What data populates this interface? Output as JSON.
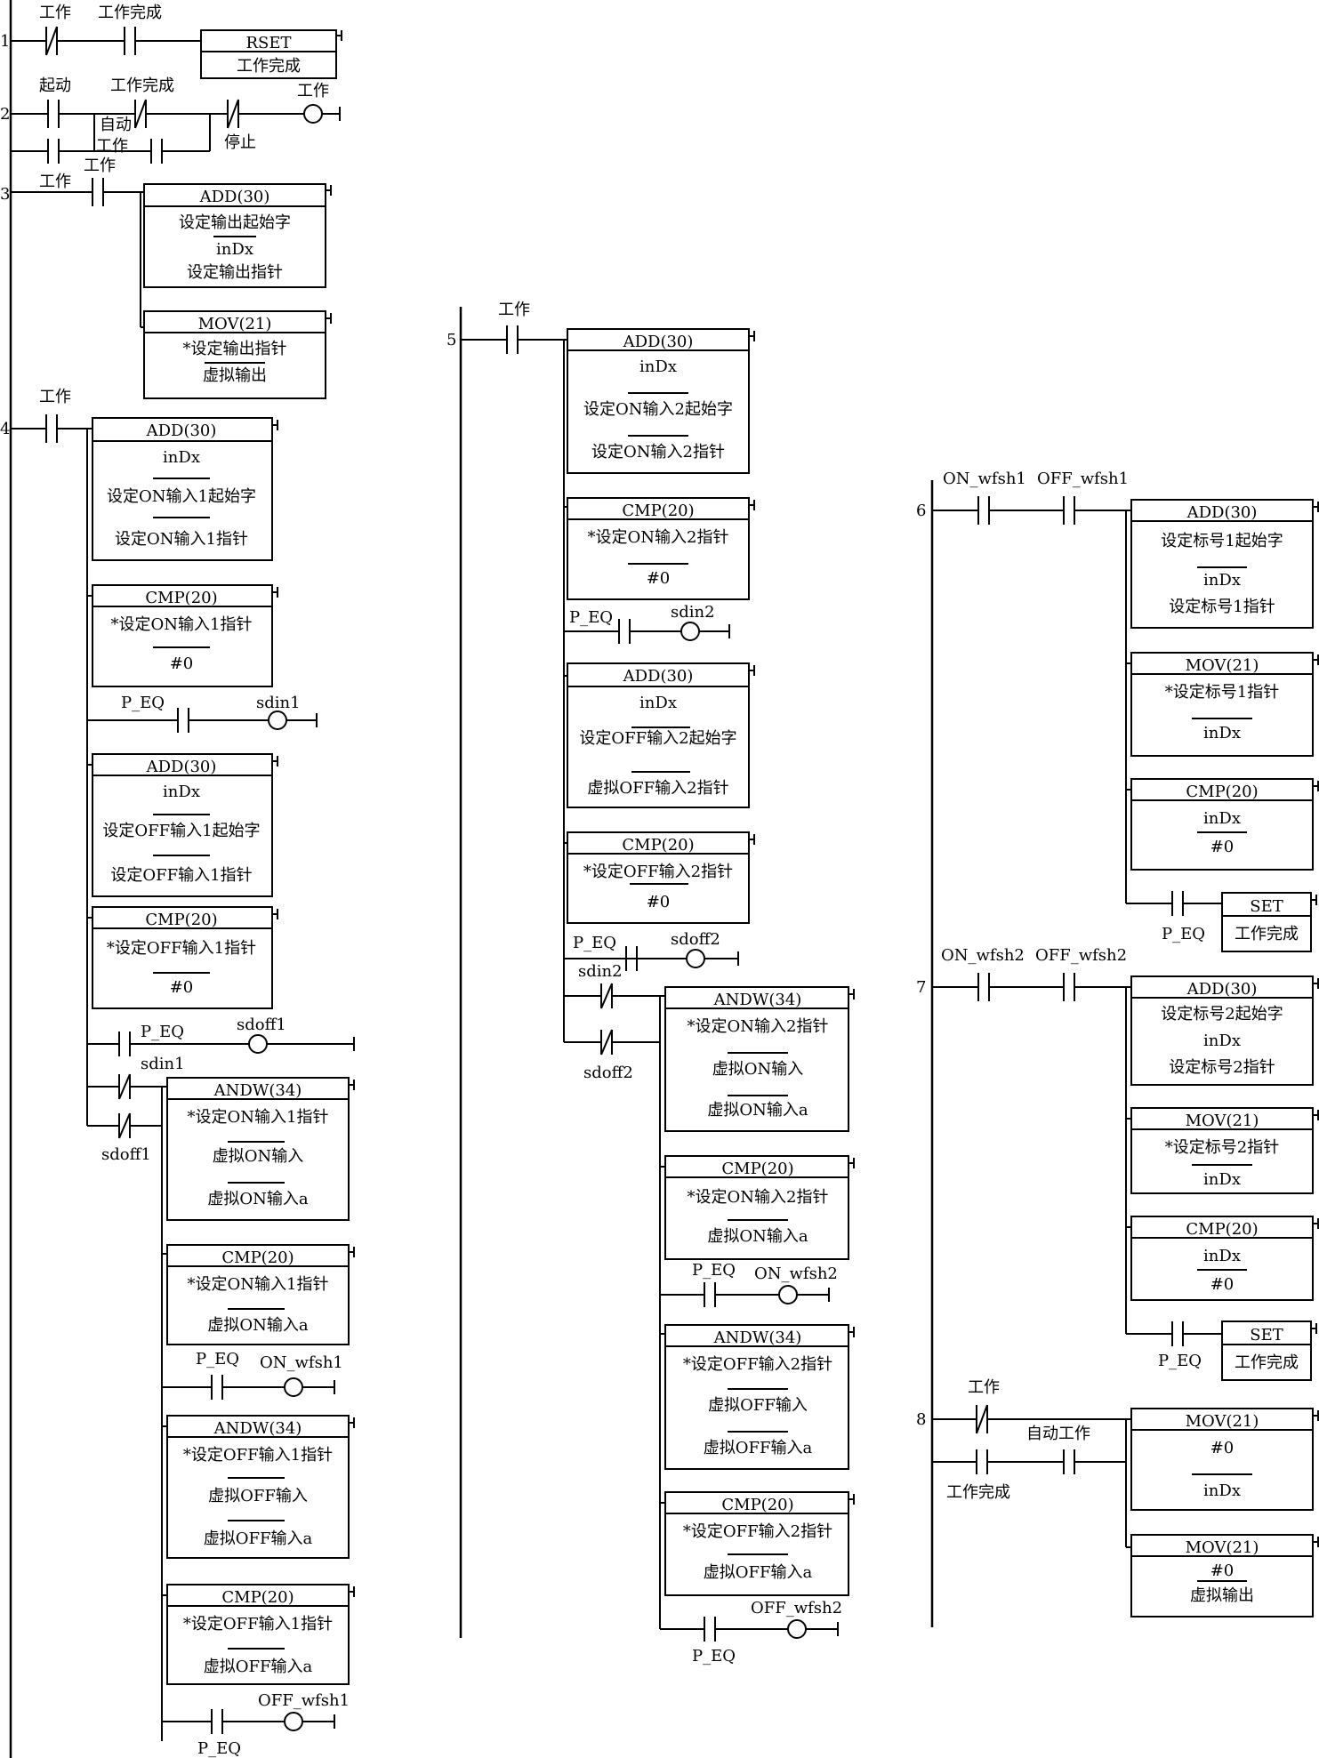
{
  "rungs": [
    {
      "number": "1",
      "labels": [
        "工作",
        "工作完成"
      ],
      "blocks": [
        {
          "lines": [
            "RSET",
            "工作完成"
          ]
        }
      ]
    },
    {
      "number": "2",
      "labels": [
        "起动",
        "工作完成",
        "自动",
        "工作",
        "停止",
        "工作"
      ],
      "coils": [
        "工作"
      ]
    },
    {
      "number": "3",
      "labels": [
        "工作"
      ],
      "blocks": [
        {
          "lines": [
            "ADD(30)",
            "设定输出起始字",
            "inDx",
            "设定输出指针"
          ]
        },
        {
          "lines": [
            "MOV(21)",
            "*设定输出指针",
            "虚拟输出"
          ]
        }
      ]
    },
    {
      "number": "4",
      "labels": [
        "工作",
        "P_EQ",
        "P_EQ",
        "sdin1",
        "sdoff1",
        "P_EQ",
        "P_EQ"
      ],
      "coils": [
        "sdin1",
        "sdoff1",
        "ON_wfsh1",
        "OFF_wfsh1"
      ],
      "blocks": [
        {
          "lines": [
            "ADD(30)",
            "inDx",
            "设定ON输入1起始字",
            "设定ON输入1指针"
          ]
        },
        {
          "lines": [
            "CMP(20)",
            "*设定ON输入1指针",
            "#0"
          ]
        },
        {
          "lines": [
            "ADD(30)",
            "inDx",
            "设定OFF输入1起始字",
            "设定OFF输入1指针"
          ]
        },
        {
          "lines": [
            "CMP(20)",
            "*设定OFF输入1指针",
            "#0"
          ]
        },
        {
          "lines": [
            "ANDW(34)",
            "*设定ON输入1指针",
            "虚拟ON输入",
            "虚拟ON输入a"
          ]
        },
        {
          "lines": [
            "CMP(20)",
            "*设定ON输入1指针",
            "虚拟ON输入a"
          ]
        },
        {
          "lines": [
            "ANDW(34)",
            "*设定OFF输入1指针",
            "虚拟OFF输入",
            "虚拟OFF输入a"
          ]
        },
        {
          "lines": [
            "CMP(20)",
            "*设定OFF输入1指针",
            "虚拟OFF输入a"
          ]
        }
      ]
    },
    {
      "number": "5",
      "labels": [
        "工作",
        "P_EQ",
        "P_EQ",
        "sdin2",
        "sdoff2",
        "P_EQ",
        "P_EQ"
      ],
      "coils": [
        "sdin2",
        "sdoff2",
        "ON_wfsh2",
        "OFF_wfsh2"
      ],
      "blocks": [
        {
          "lines": [
            "ADD(30)",
            "inDx",
            "设定ON输入2起始字",
            "设定ON输入2指针"
          ]
        },
        {
          "lines": [
            "CMP(20)",
            "*设定ON输入2指针",
            "#0"
          ]
        },
        {
          "lines": [
            "ADD(30)",
            "inDx",
            "设定OFF输入2起始字",
            "虚拟OFF输入2指针"
          ]
        },
        {
          "lines": [
            "CMP(20)",
            "*设定OFF输入2指针",
            "#0"
          ]
        },
        {
          "lines": [
            "ANDW(34)",
            "*设定ON输入2指针",
            "虚拟ON输入",
            "虚拟ON输入a"
          ]
        },
        {
          "lines": [
            "CMP(20)",
            "*设定ON输入2指针",
            "虚拟ON输入a"
          ]
        },
        {
          "lines": [
            "ANDW(34)",
            "*设定OFF输入2指针",
            "虚拟OFF输入",
            "虚拟OFF输入a"
          ]
        },
        {
          "lines": [
            "CMP(20)",
            "*设定OFF输入2指针",
            "虚拟OFF输入a"
          ]
        }
      ]
    },
    {
      "number": "6",
      "labels": [
        "ON_wfsh1",
        "OFF_wfsh1",
        "P_EQ"
      ],
      "blocks": [
        {
          "lines": [
            "ADD(30)",
            "设定标号1起始字",
            "inDx",
            "设定标号1指针"
          ]
        },
        {
          "lines": [
            "MOV(21)",
            "*设定标号1指针",
            "inDx"
          ]
        },
        {
          "lines": [
            "CMP(20)",
            "inDx",
            "#0"
          ]
        },
        {
          "lines": [
            "SET",
            "工作完成"
          ]
        }
      ]
    },
    {
      "number": "7",
      "labels": [
        "ON_wfsh2",
        "OFF_wfsh2",
        "P_EQ"
      ],
      "blocks": [
        {
          "lines": [
            "ADD(30)",
            "设定标号2起始字",
            "inDx",
            "设定标号2指针"
          ]
        },
        {
          "lines": [
            "MOV(21)",
            "*设定标号2指针",
            "inDx"
          ]
        },
        {
          "lines": [
            "CMP(20)",
            "inDx",
            "#0"
          ]
        },
        {
          "lines": [
            "SET",
            "工作完成"
          ]
        }
      ]
    },
    {
      "number": "8",
      "labels": [
        "工作",
        "自动工作",
        "工作完成"
      ],
      "blocks": [
        {
          "lines": [
            "MOV(21)",
            "#0",
            "inDx"
          ]
        },
        {
          "lines": [
            "MOV(21)",
            "#0",
            "虚拟输出"
          ]
        }
      ]
    }
  ]
}
